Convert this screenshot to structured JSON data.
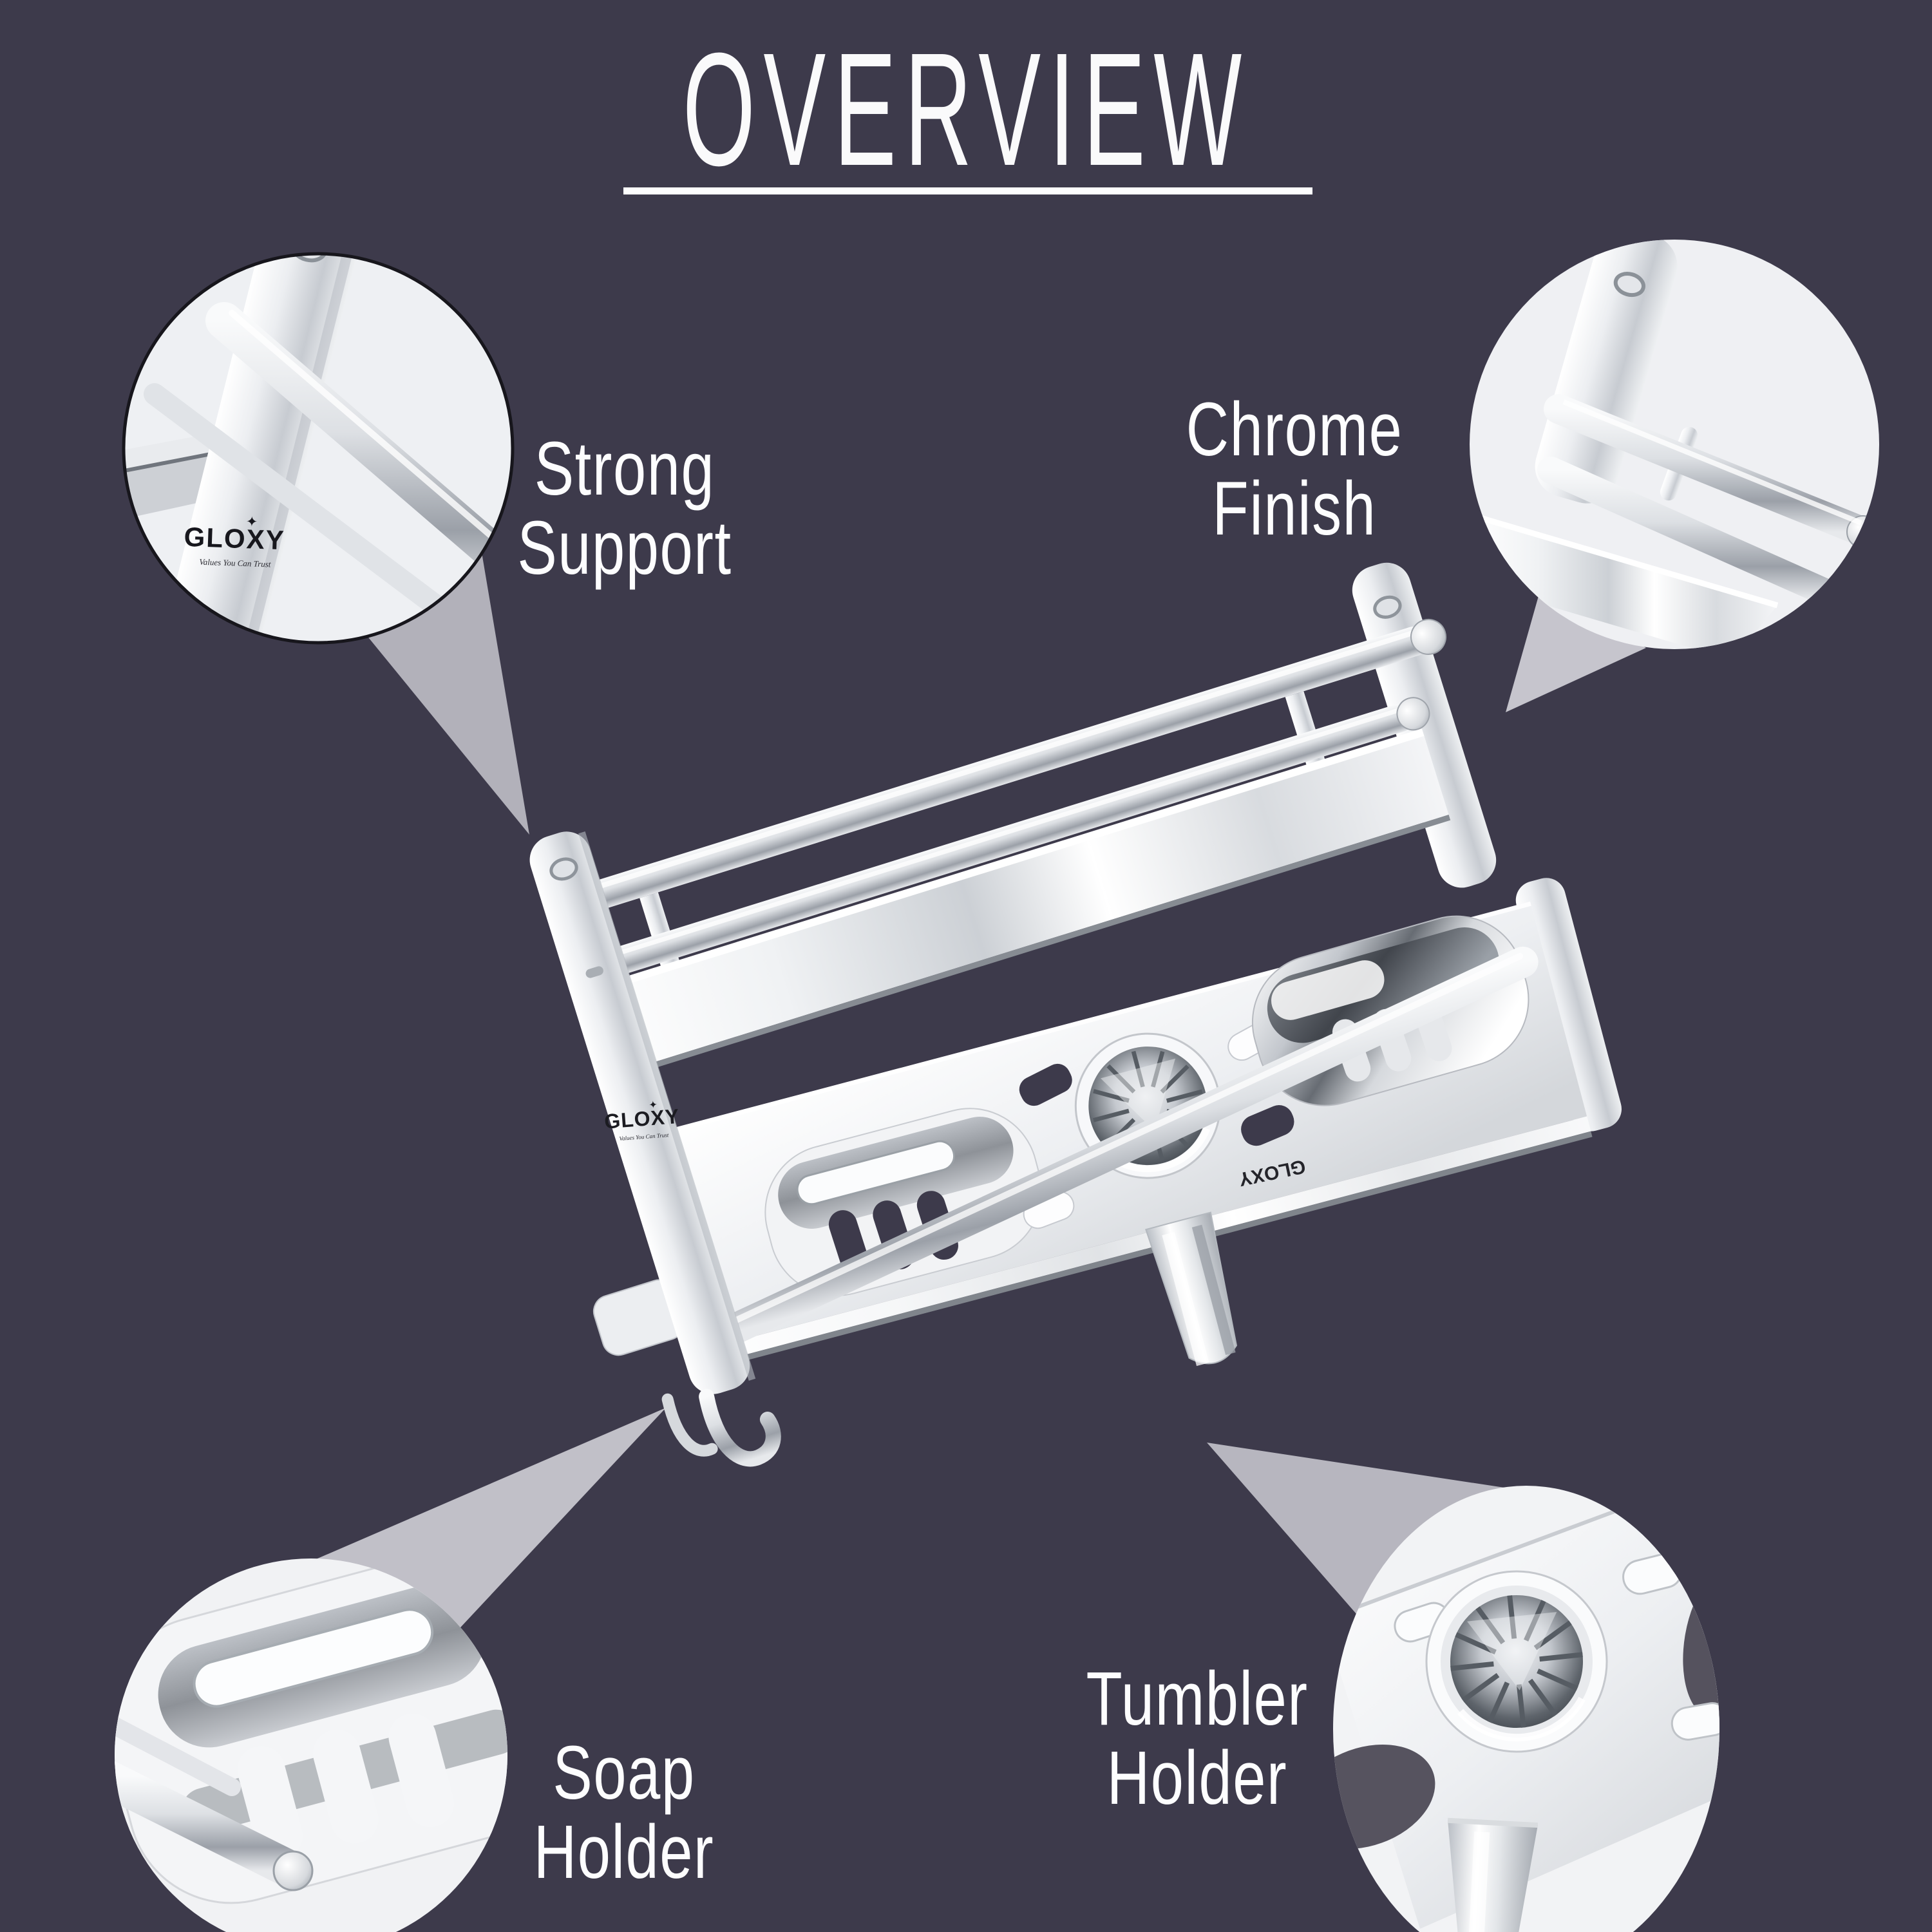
{
  "page": {
    "title": "OVERVIEW",
    "background_color": "#3d3a4b",
    "text_color": "#fdfdfe",
    "beam_color": "#b8b7c0",
    "circle_fill": "#f0f1f3",
    "circle_outline_color": "#17161c",
    "chrome_light": "#ffffff",
    "chrome_mid": "#c9ccd2",
    "chrome_dark": "#6a6f76"
  },
  "callouts": {
    "strong_support": {
      "line1": "Strong",
      "line2": "Support"
    },
    "chrome_finish": {
      "line1": "Chrome",
      "line2": "Finish"
    },
    "soap_holder": {
      "line1": "Soap",
      "line2": "Holder"
    },
    "tumbler_holder": {
      "line1": "Tumbler",
      "line2": "Holder"
    }
  },
  "product": {
    "brand": "GLOXY",
    "brand_tagline": "Values You Can Trust"
  }
}
